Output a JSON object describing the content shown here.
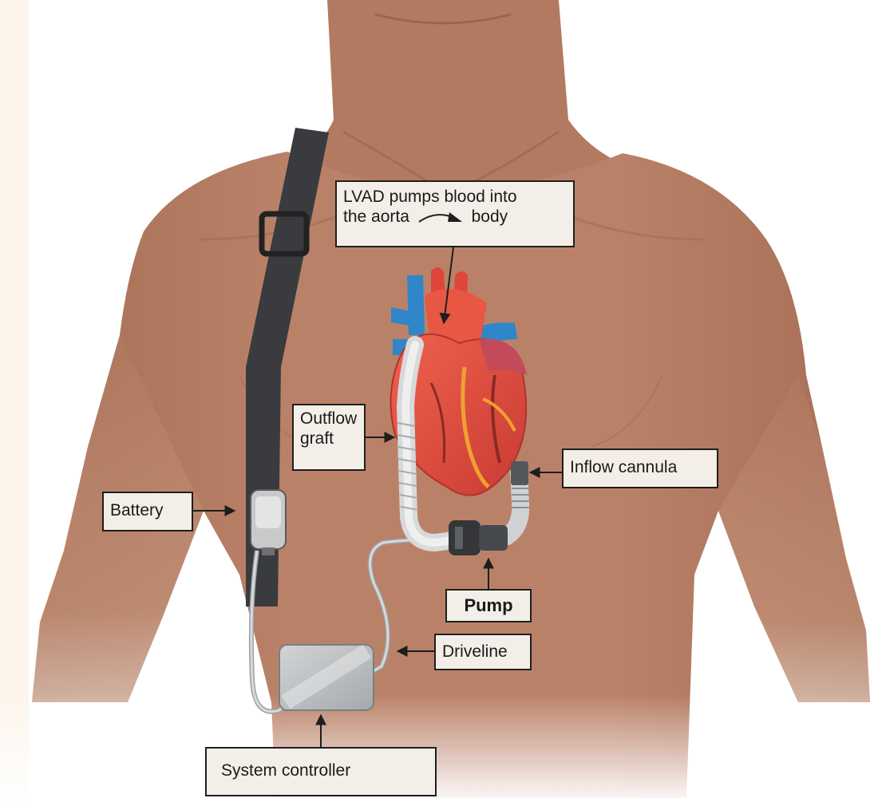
{
  "colors": {
    "panel_left": "#fdf5ec",
    "skin": "#b77f64",
    "skin_dark": "#8e5a45",
    "strap": "#3a3b3e",
    "device_grey": "#b9bcbf",
    "heart_red": "#e0453a",
    "vessel_blue": "#2f86c8",
    "label_bg": "#f4eee8",
    "label_border": "#1e1e1e"
  },
  "labels": {
    "lvad_line1": "LVAD pumps blood into",
    "lvad_line2_left": "the aorta",
    "lvad_line2_right": "body",
    "outflow_line1": "Outflow",
    "outflow_line2": "graft",
    "inflow": "Inflow cannula",
    "battery": "Battery",
    "pump": "Pump",
    "driveline": "Driveline",
    "controller": "System controller"
  },
  "icons": {
    "flow_arrow": "curved-arrow-icon"
  }
}
